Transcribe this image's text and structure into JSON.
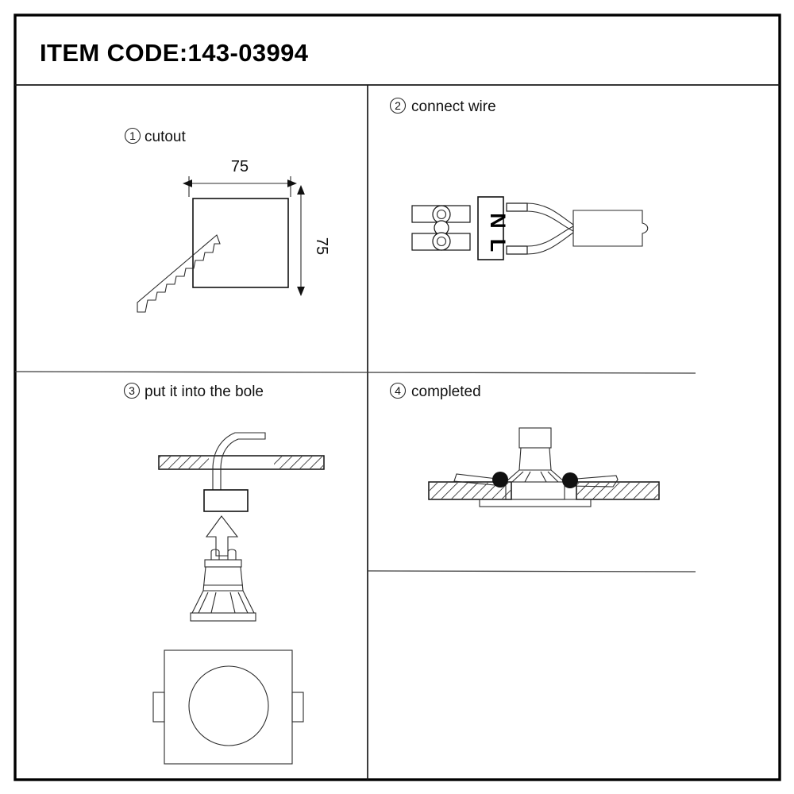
{
  "document": {
    "title_label": "ITEM CODE:143-03994",
    "kind": "installation-instruction-sheet"
  },
  "steps": [
    {
      "number": "1",
      "label": "cutout",
      "dimensions": {
        "width_label": "75",
        "height_label": "75",
        "unit_implied": "mm"
      },
      "icons": [
        "saw-blade-icon",
        "cutout-square-icon"
      ]
    },
    {
      "number": "2",
      "label": "connect wire",
      "terminal": {
        "neutral_label": "N",
        "live_label": "L"
      },
      "icons": [
        "terminal-block-icon",
        "screw-terminal-icon",
        "two-core-cable-icon"
      ]
    },
    {
      "number": "3",
      "label": "put it into the bole",
      "icons": [
        "ceiling-slab-icon",
        "cable-icon",
        "connector-box-icon",
        "up-arrow-icon",
        "gu10-lamp-icon",
        "square-bezel-icon"
      ]
    },
    {
      "number": "4",
      "label": "completed",
      "icons": [
        "installed-downlight-icon",
        "spring-clip-icon",
        "ceiling-slab-icon"
      ]
    }
  ],
  "colors": {
    "line": "#111111",
    "frame": "#000000",
    "background": "#ffffff",
    "pivot": "#111111"
  }
}
